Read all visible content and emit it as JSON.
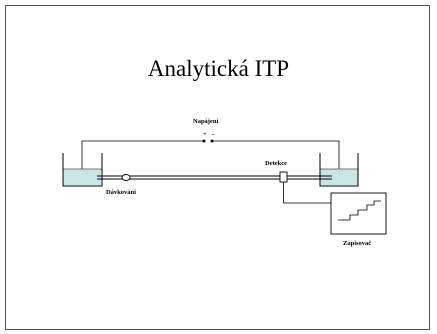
{
  "slide": {
    "title": "Analytická ITP"
  },
  "diagram": {
    "power_label": "Napájení",
    "polarity_plus": "+",
    "polarity_minus": "-",
    "injection_label": "Dávkování",
    "detection_label": "Detekce",
    "recorder_label": "Zapisovač",
    "buffer_color": "#c8e6e6"
  }
}
